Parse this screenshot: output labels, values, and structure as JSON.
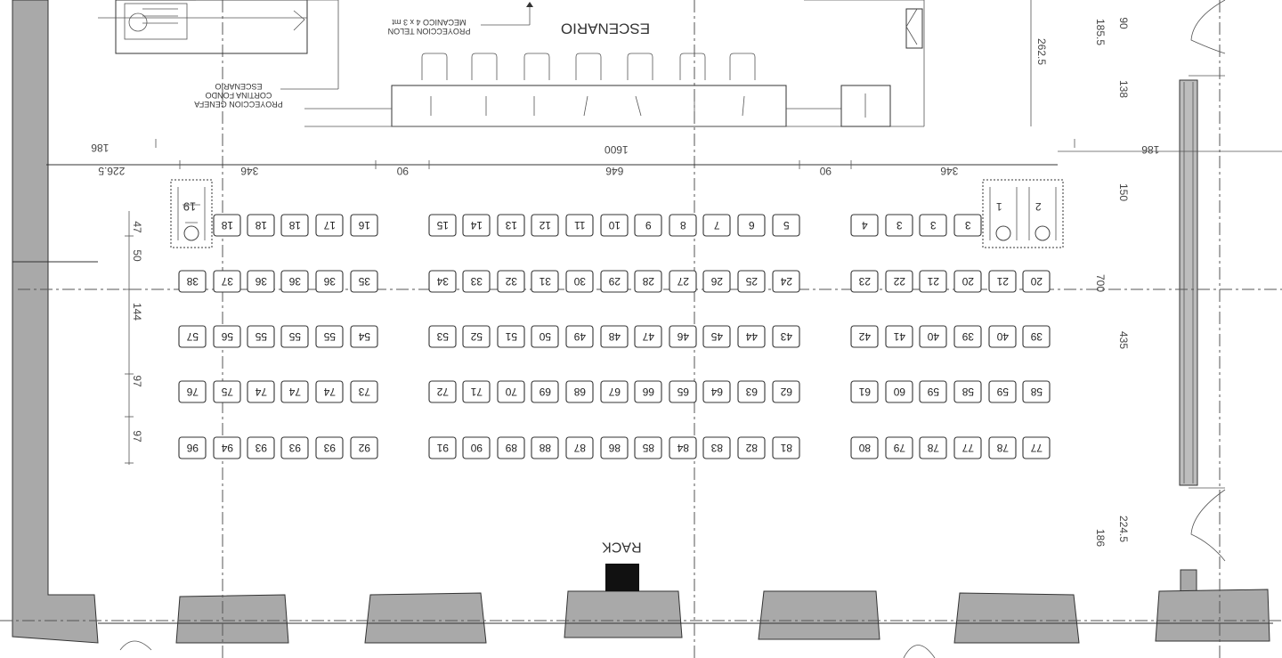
{
  "labels": {
    "stage": "ESCENARIO",
    "rack": "RACK",
    "projection_screen": "PROYECCION TELON\nMECANICO 4 x 3 mt",
    "projection_curtain": "PROYECCION GENEFA\nCORTINA FONDO\nESCENARIO"
  },
  "dimensions": {
    "left_186": "186",
    "center_1600": "1600",
    "right_186": "186",
    "left_2265": "226.5",
    "left_346": "346",
    "gap_90_left": "90",
    "center_646": "646",
    "gap_90_right": "90",
    "right_346": "346",
    "v_47": "47",
    "v_50": "50",
    "v_144": "144",
    "v_97a": "97",
    "v_97b": "97",
    "r_90": "90",
    "r_1855": "185.5",
    "r_2625": "262.5",
    "r_138": "138",
    "r_150": "150",
    "r_700": "700",
    "r_435": "435",
    "r_2245": "224.5",
    "r_186": "186"
  },
  "wheelchair_labels": {
    "left": "19",
    "right_a": "1",
    "right_b": "2"
  },
  "seat_rows": [
    {
      "left": [
        "18",
        "18",
        "18",
        "17",
        "16"
      ],
      "center": [
        "15",
        "14",
        "13",
        "12",
        "11",
        "10",
        "9",
        "8",
        "7",
        "6",
        "5"
      ],
      "right": [
        "4",
        "3",
        "3",
        "3"
      ]
    },
    {
      "left": [
        "38",
        "37",
        "36",
        "36",
        "36",
        "35"
      ],
      "center": [
        "34",
        "33",
        "32",
        "31",
        "30",
        "29",
        "28",
        "27",
        "26",
        "25",
        "24"
      ],
      "right": [
        "23",
        "22",
        "21",
        "20",
        "21",
        "20"
      ]
    },
    {
      "left": [
        "57",
        "56",
        "55",
        "55",
        "55",
        "54"
      ],
      "center": [
        "53",
        "52",
        "51",
        "50",
        "49",
        "48",
        "47",
        "46",
        "45",
        "44",
        "43"
      ],
      "right": [
        "42",
        "41",
        "40",
        "39",
        "40",
        "39"
      ]
    },
    {
      "left": [
        "76",
        "75",
        "74",
        "74",
        "74",
        "73"
      ],
      "center": [
        "72",
        "71",
        "70",
        "69",
        "68",
        "67",
        "66",
        "65",
        "64",
        "63",
        "62"
      ],
      "right": [
        "61",
        "60",
        "59",
        "58",
        "59",
        "58"
      ]
    },
    {
      "left": [
        "96",
        "94",
        "93",
        "93",
        "93",
        "92"
      ],
      "center": [
        "91",
        "90",
        "89",
        "88",
        "87",
        "86",
        "85",
        "84",
        "83",
        "82",
        "81"
      ],
      "right": [
        "80",
        "79",
        "78",
        "77",
        "78",
        "77"
      ]
    }
  ],
  "colors": {
    "wall": "#a9a9a9",
    "line": "#333333",
    "rack": "#111111"
  }
}
